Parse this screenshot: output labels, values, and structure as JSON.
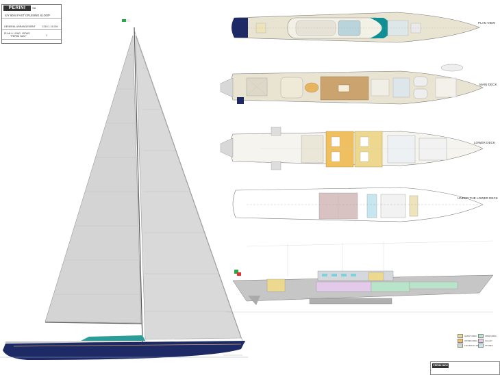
{
  "titleblock": {
    "brand": "PERINI NAVI",
    "brand_suffix": "SA",
    "project": "S/Y 60mt FAST CRUISING SLOOP",
    "drawing_title": "GENERAL ARRANGEMENT",
    "drawing_no": "C216.1.16.004",
    "sheet": "1",
    "subtitle_1": "PLAN & LONG. VIEWS",
    "subtitle_2": "\"PERINI NAVI\""
  },
  "views": {
    "plan_view": "PLAN VIEW",
    "main_deck": "MAIN DECK",
    "lower_deck": "LOWER DECK",
    "under_lower": "UNDER THE LOWER DECK"
  },
  "legend": {
    "items": [
      {
        "label": "GUEST AREA",
        "color": "#ecd88e"
      },
      {
        "label": "CREW AREA",
        "color": "#b9e4c9"
      },
      {
        "label": "OWNER AREA",
        "color": "#f0c060"
      },
      {
        "label": "TECHNICAL AREA",
        "color": "#d6d6d6"
      },
      {
        "label": "GALLEY",
        "color": "#e3c9ea"
      },
      {
        "label": "STORES",
        "color": "#c6e7ef"
      }
    ]
  },
  "colors": {
    "hull_navy": "#1d2a66",
    "sail": "#d8d8d8",
    "deck": "#e9e4d2",
    "teak": "#caa36e",
    "superstructure": "#bfc3c8",
    "teal": "#22a7a6"
  },
  "bottomblock": {
    "brand": "PERINI NAVI"
  }
}
